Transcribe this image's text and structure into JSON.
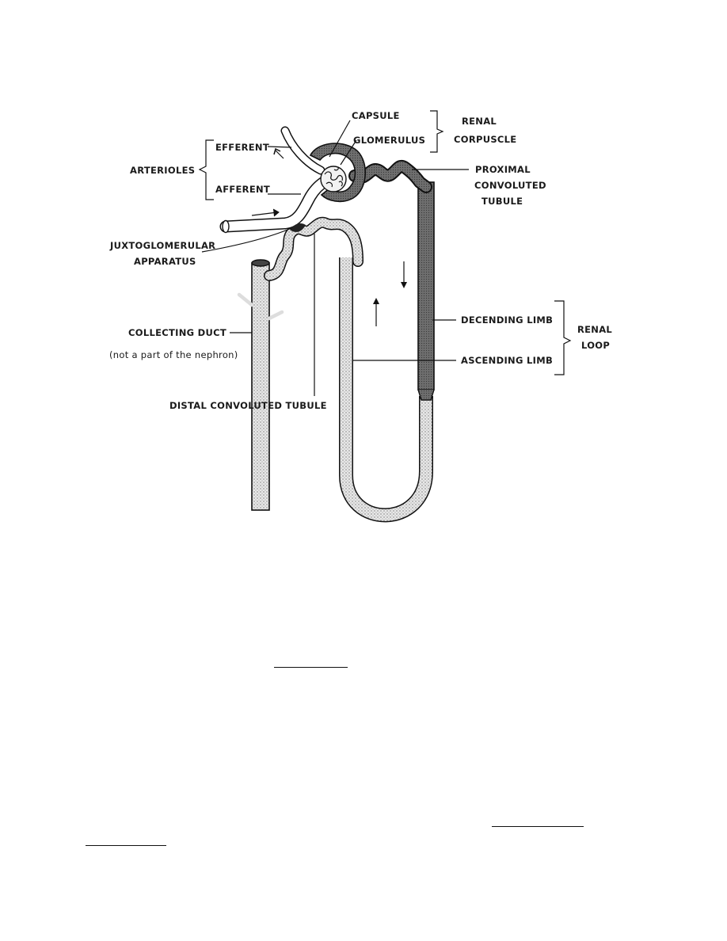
{
  "labels": {
    "capsule": "CAPSULE",
    "glomerulus": "GLOMERULUS",
    "renal_corpuscle_1": "RENAL",
    "renal_corpuscle_2": "CORPUSCLE",
    "efferent": "EFFERENT",
    "afferent": "AFFERENT",
    "arterioles": "ARTERIOLES",
    "proximal_1": "PROXIMAL",
    "proximal_2": "CONVOLUTED",
    "proximal_3": "TUBULE",
    "juxta_1": "JUXTOGLOMERULAR",
    "juxta_2": "APPARATUS",
    "collecting_duct": "COLLECTING DUCT",
    "collecting_note": "(not a part of the nephron)",
    "descending_limb": "DECENDING LIMB",
    "ascending_limb": "ASCENDING LIMB",
    "renal_loop_1": "RENAL",
    "renal_loop_2": "LOOP",
    "distal_tubule": "DISTAL CONVOLUTED TUBULE"
  },
  "colors": {
    "ink": "#111111",
    "dark_fill": "#6a6a6a",
    "stipple_fill": "#d6d6d6"
  }
}
